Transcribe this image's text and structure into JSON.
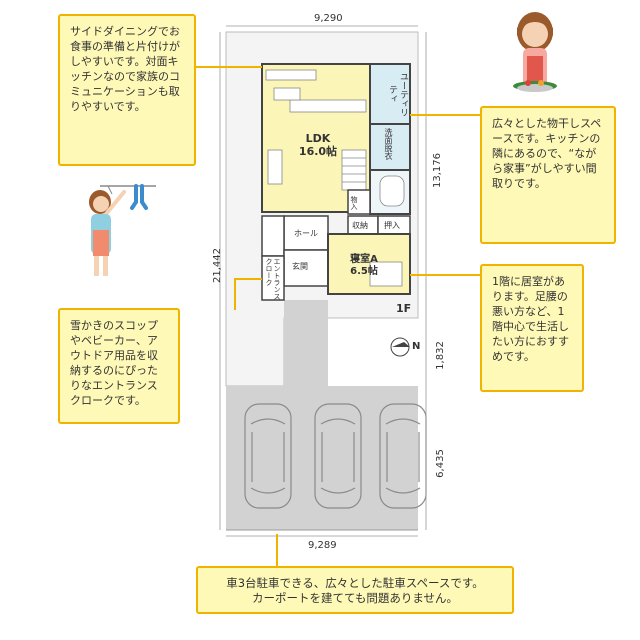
{
  "dimensions": {
    "top_width": "9,290",
    "bottom_width": "9,289",
    "left_total": "21,442",
    "right_upper": "13,176",
    "right_middle": "1,832",
    "right_lower": "6,435"
  },
  "rooms": {
    "ldk_name": "LDK",
    "ldk_size": "16.0帖",
    "utility_line1": "ユーティ",
    "utility_line2": "リティ",
    "wash": "洗面脱衣",
    "storage_in": "物入",
    "storage_shu": "収納",
    "oshiire": "押入",
    "hall": "ホール",
    "entrance": "玄関",
    "entrance_cloak": "エントランスクローク",
    "bedroom_name": "寝室A",
    "bedroom_size": "6.5帖",
    "floor": "1F",
    "north": "N"
  },
  "notes": {
    "dining": "サイドダイニングでお食事の準備と片付けがしやすいです。対面キッチンなので家族のコミュニケーションも取りやすいです。",
    "laundry": "広々とした物干しスペースです。キッチンの隣にあるので、“ながら家事”がしやすい間取りです。",
    "cloak": "雪かきのスコップやベビーカー、アウトドア用品を収納するのにぴったりなエントランスクロークです。",
    "bedroom": "1階に居室があります。足腰の悪い方など、1階中心で生活したい方におすすめです。",
    "parking": "車3台駐車できる、広々とした駐車スペースです。\nカーポートを建てても問題ありません。"
  },
  "colors": {
    "note_bg": "#fff9b8",
    "note_border": "#f0b400",
    "ldk_fill": "#fbf6b8",
    "utility_fill": "#d8ecf4",
    "parking_fill": "#d2d2d2"
  }
}
